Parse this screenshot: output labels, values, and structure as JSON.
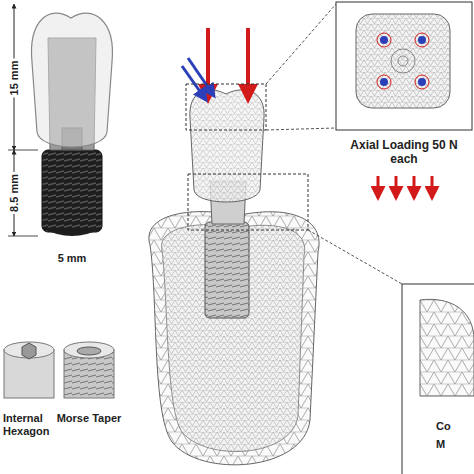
{
  "diagram": {
    "nodes": [
      {
        "text": [
          "Axial Loading 50 N each"
        ]
      }
    ],
    "labels": [
      "15 mm",
      "8.5 mm",
      "5 mm",
      "Internal Hexagon",
      "Morse Taper",
      "Co",
      "M"
    ]
  }
}
